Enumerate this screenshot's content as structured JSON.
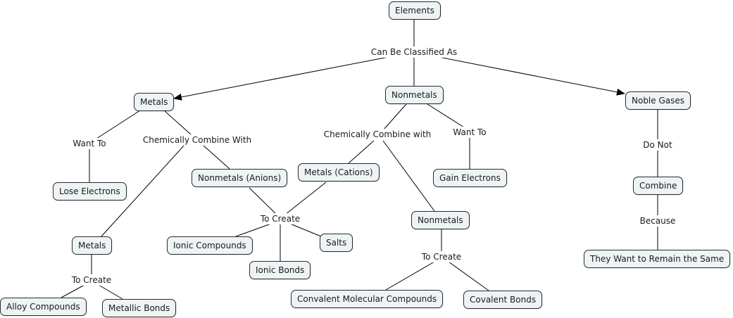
{
  "concept_map": {
    "concepts": {
      "elements": "Elements",
      "metals": "Metals",
      "nonmetals": "Nonmetals",
      "noble_gases": "Noble Gases",
      "lose_electrons": "Lose Electrons",
      "nonmetals_anions": "Nonmetals (Anions)",
      "metals_cations": "Metals (Cations)",
      "gain_electrons": "Gain Electrons",
      "metals_2": "Metals",
      "ionic_compounds": "Ionic Compounds",
      "salts": "Salts",
      "ionic_bonds": "Ionic Bonds",
      "nonmetals_2": "Nonmetals",
      "alloy_compounds": "Alloy Compounds",
      "metallic_bonds": "Metallic Bonds",
      "convalent_molecular_compounds": "Convalent Molecular Compounds",
      "covalent_bonds": "Covalent Bonds",
      "combine": "Combine",
      "remain_same": "They Want to Remain the Same"
    },
    "linking_phrases": {
      "can_be_classified_as": "Can Be Classified As",
      "metals_want_to": "Want To",
      "metals_chemically_combine_with": "Chemically Combine With",
      "nonmetals_chemically_combine_with": "Chemically Combine with",
      "nonmetals_want_to": "Want To",
      "ionic_to_create": "To Create",
      "metallic_to_create": "To Create",
      "covalent_to_create": "To Create",
      "do_not": "Do Not",
      "because": "Because"
    },
    "colors": {
      "node_fill": "#eef3f5",
      "node_border": "#2b2b2b",
      "line": "#000000"
    }
  }
}
